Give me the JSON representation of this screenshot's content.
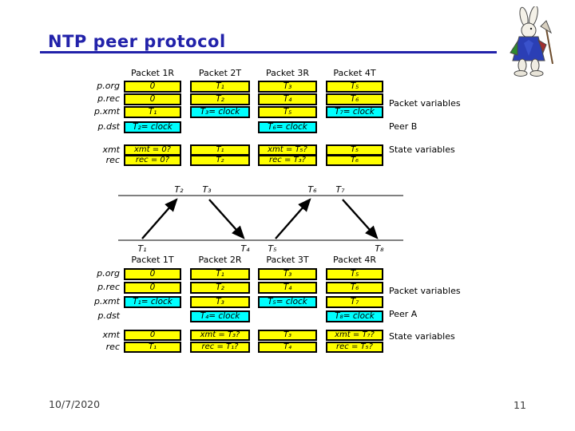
{
  "slide": {
    "title": "NTP peer protocol",
    "footer_date": "10/7/2020",
    "page_number": "11"
  },
  "labels": {
    "packet_variables": "Packet variables",
    "state_variables": "State variables",
    "peer_b": "Peer B",
    "peer_a": "Peer A",
    "packet_row_labels": [
      "p.org",
      "p.rec",
      "p.xmt",
      "p.dst"
    ],
    "state_row_labels": [
      "xmt",
      "rec"
    ]
  },
  "colors": {
    "accent_blue": "#2222aa",
    "cell_yellow": "#ffff00",
    "cell_cyan": "#00ffff"
  },
  "peer_b": {
    "columns": [
      {
        "header": "Packet 1R",
        "org": "0",
        "rec": "0",
        "xmt": "T₁",
        "dst": "T₂= clock",
        "state_xmt": "xmt = 0?",
        "state_rec": "rec = 0?"
      },
      {
        "header": "Packet 2T",
        "org": "T₁",
        "rec": "T₂",
        "xmt": "T₃= clock",
        "dst": null,
        "state_xmt": "T₁",
        "state_rec": "T₂"
      },
      {
        "header": "Packet 3R",
        "org": "T₃",
        "rec": "T₄",
        "xmt": "T₅",
        "dst": "T₆= clock",
        "state_xmt": "xmt = T₅?",
        "state_rec": "rec = T₃?"
      },
      {
        "header": "Packet 4T",
        "org": "T₅",
        "rec": "T₆",
        "xmt": "T₇= clock",
        "dst": null,
        "state_xmt": "T₅",
        "state_rec": "T₆"
      }
    ]
  },
  "timeline": {
    "top_labels": [
      "T₂",
      "T₃",
      "T₆",
      "T₇"
    ],
    "bottom_labels": [
      "T₁",
      "T₄",
      "T₅",
      "T₈"
    ]
  },
  "peer_a": {
    "columns": [
      {
        "header": "Packet 1T",
        "org": "0",
        "rec": "0",
        "xmt": "T₁= clock",
        "dst": null,
        "state_xmt": "0",
        "state_rec": "T₁"
      },
      {
        "header": "Packet 2R",
        "org": "T₁",
        "rec": "T₂",
        "xmt": "T₃",
        "dst": "T₄= clock",
        "state_xmt": "xmt = T₃?",
        "state_rec": "rec = T₁?"
      },
      {
        "header": "Packet 3T",
        "org": "T₃",
        "rec": "T₄",
        "xmt": "T₅= clock",
        "dst": null,
        "state_xmt": "T₃",
        "state_rec": "T₄"
      },
      {
        "header": "Packet 4R",
        "org": "T₅",
        "rec": "T₆",
        "xmt": "T₇",
        "dst": "T₈= clock",
        "state_xmt": "xmt = T₇?",
        "state_rec": "rec = T₅?"
      }
    ]
  }
}
